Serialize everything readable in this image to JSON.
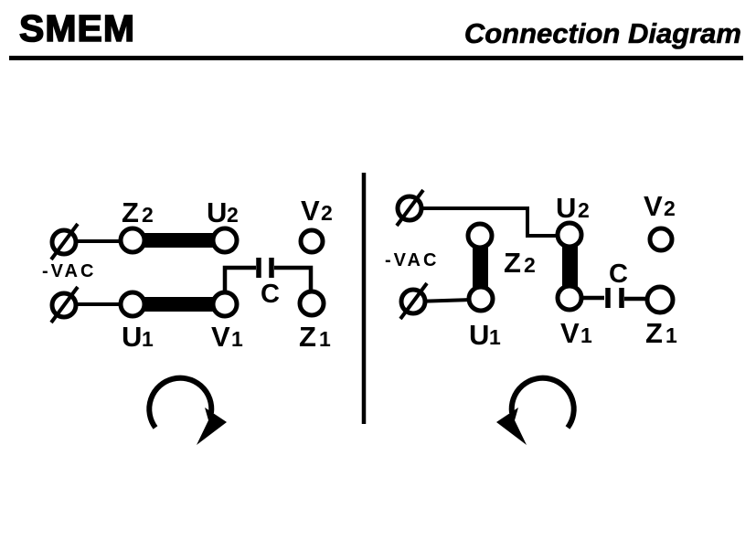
{
  "header": {
    "brand": "SMEM",
    "title": "Connection Diagram"
  },
  "colors": {
    "ink": "#000000",
    "background": "#ffffff"
  },
  "left_diagram": {
    "rotation_direction": "clockwise",
    "supply_label": "-VAC",
    "capacitor_label": "C",
    "bridged_terminals": [
      "Z2-U2",
      "U1-V1"
    ],
    "labels": {
      "z2": {
        "base": "Z",
        "sub": "2"
      },
      "u2": {
        "base": "U",
        "sub": "2"
      },
      "v2": {
        "base": "V",
        "sub": "2"
      },
      "u1": {
        "base": "U",
        "sub": "1"
      },
      "v1": {
        "base": "V",
        "sub": "1"
      },
      "z1": {
        "base": "Z",
        "sub": "1"
      }
    }
  },
  "right_diagram": {
    "rotation_direction": "counterclockwise",
    "supply_label": "-VAC",
    "capacitor_label": "C",
    "bridged_terminals": [
      "Z2-U1",
      "U2-V1"
    ],
    "labels": {
      "z2": {
        "base": "Z",
        "sub": "2"
      },
      "u2": {
        "base": "U",
        "sub": "2"
      },
      "v2": {
        "base": "V",
        "sub": "2"
      },
      "u1": {
        "base": "U",
        "sub": "1"
      },
      "v1": {
        "base": "V",
        "sub": "1"
      },
      "z1": {
        "base": "Z",
        "sub": "1"
      }
    }
  }
}
